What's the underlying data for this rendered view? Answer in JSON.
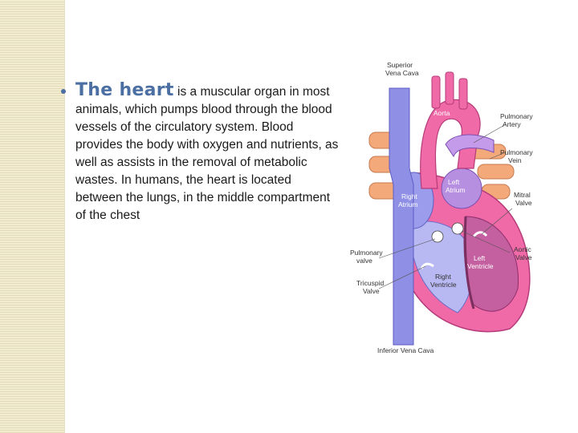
{
  "slide": {
    "headword": "The heart",
    "body_text": " is a muscular organ in most animals, which pumps blood through the blood vessels of the circulatory system. Blood provides the body with oxygen and nutrients, as well as assists in the removal of metabolic wastes. In humans, the heart is located between the lungs, in the middle compartment of the chest"
  },
  "figure": {
    "labels": {
      "superior_vena_cava_1": "Superior",
      "superior_vena_cava_2": "Vena Cava",
      "aorta": "Aorta",
      "pulmonary_artery_1": "Pulmonary",
      "pulmonary_artery_2": "Artery",
      "pulmonary_vein_1": "Pulmonary",
      "pulmonary_vein_2": "Vein",
      "left_atrium_1": "Left",
      "left_atrium_2": "Atrium",
      "right_atrium_1": "Right",
      "right_atrium_2": "Atrium",
      "mitral_valve_1": "Mitral",
      "mitral_valve_2": "Valve",
      "pulmonary_valve_1": "Pulmonary",
      "pulmonary_valve_2": "valve",
      "left_ventricle_1": "Left",
      "left_ventricle_2": "Ventricle",
      "aortic_valve_1": "Aortic",
      "aortic_valve_2": "Valve",
      "tricuspid_valve_1": "Tricuspid",
      "tricuspid_valve_2": "Valve",
      "right_ventricle_1": "Right",
      "right_ventricle_2": "Ventricle",
      "inferior_vena_cava": "Inferior Vena Cava"
    }
  },
  "colors": {
    "accent": "#4c6fa3",
    "deoxygenated": "#8f8fe6",
    "oxygenated": "#f06aa8",
    "vessel_orange": "#f4a97a"
  }
}
